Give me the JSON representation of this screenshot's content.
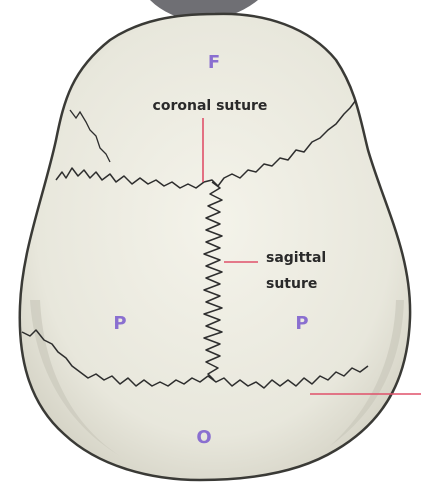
{
  "labels": {
    "coronal": "coronal suture",
    "sagittal_line1": "sagittal",
    "sagittal_line2": "suture"
  },
  "bones": {
    "frontal": "F",
    "parietal_left": "P",
    "parietal_right": "P",
    "occipital": "O"
  },
  "colors": {
    "skull_fill": "#ecebe0",
    "skull_outline": "#3a3a36",
    "suture": "#2e2e2e",
    "leader": "#e0506a",
    "bone_letter": "#8a6fd0",
    "label_text": "#2a2a2a",
    "top_shadow": "#6f6f74"
  }
}
